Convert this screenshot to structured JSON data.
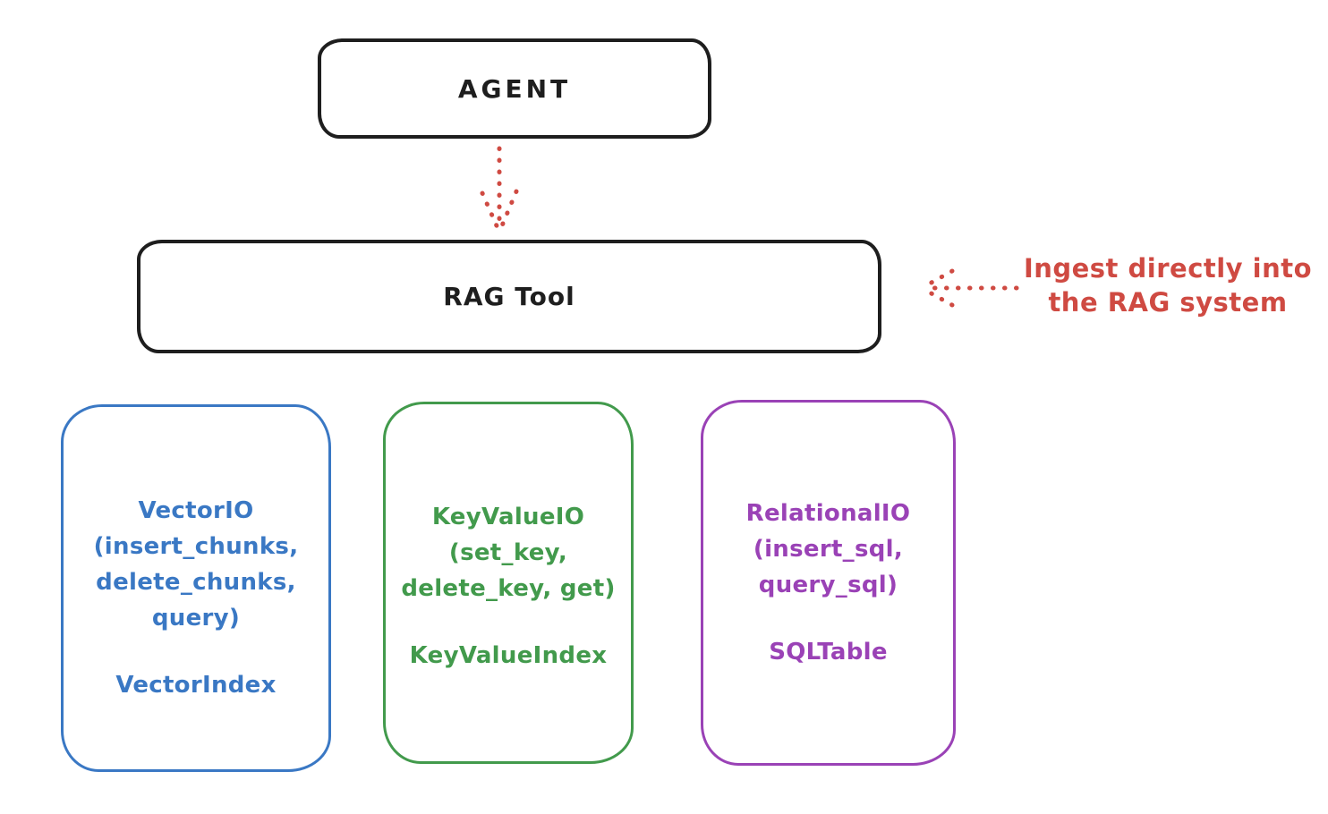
{
  "canvas": {
    "background": "#ffffff"
  },
  "colors": {
    "ink": "#1e1e1e",
    "red": "#cf4a42",
    "blue": "#3a78c4",
    "green": "#429a4c",
    "purple": "#9a42b6"
  },
  "agent_box": {
    "label": "AGENT"
  },
  "rag_tool_box": {
    "label": "RAG Tool"
  },
  "ingest_annotation": {
    "text": "Ingest directly into\nthe RAG system"
  },
  "backends": [
    {
      "name": "VectorIO",
      "methods_text": "VectorIO\n(insert_chunks,\ndelete_chunks,\nquery)",
      "index_label": "VectorIndex",
      "color": "#3a78c4"
    },
    {
      "name": "KeyValueIO",
      "methods_text": "KeyValueIO\n(set_key,\ndelete_key, get)",
      "index_label": "KeyValueIndex",
      "color": "#429a4c"
    },
    {
      "name": "RelationalIO",
      "methods_text": "RelationalIO\n(insert_sql,\nquery_sql)",
      "index_label": "SQLTable",
      "color": "#9a42b6"
    }
  ],
  "arrows": [
    {
      "name": "agent-to-rag-arrow",
      "style": "dotted",
      "direction": "down",
      "color": "#cf4a42"
    },
    {
      "name": "ingest-into-rag-arrow",
      "style": "dotted",
      "direction": "left",
      "color": "#cf4a42"
    }
  ]
}
